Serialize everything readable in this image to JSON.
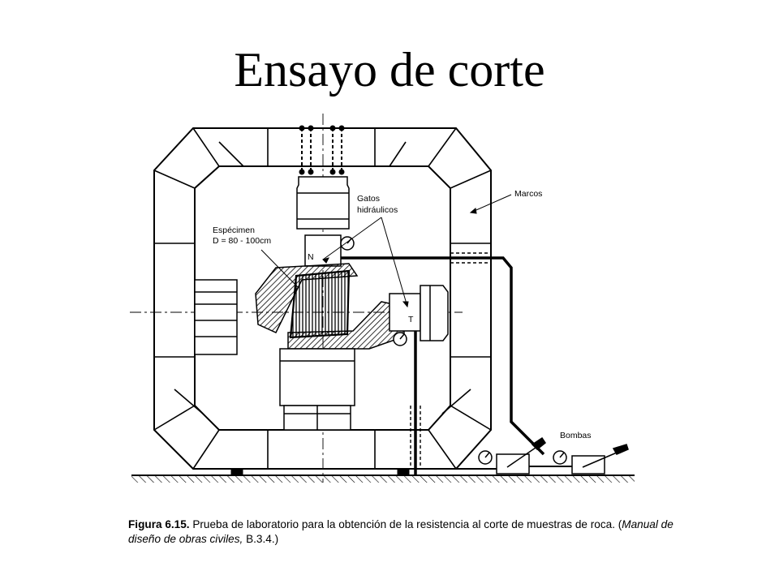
{
  "slide": {
    "title": "Ensayo de corte"
  },
  "diagram": {
    "labels": {
      "gatos_1": "Gatos",
      "gatos_2": "hidráulicos",
      "marcos": "Marcos",
      "especimen_1": "Espécimen",
      "especimen_2": "D = 80 - 100cm",
      "n": "N",
      "t": "T",
      "bombas": "Bombas"
    }
  },
  "caption": {
    "figure_label": "Figura 6.15.",
    "text": " Prueba de laboratorio para la obtención de la resistencia al corte de muestras de roca. (",
    "source_italic": "Manual de diseño de obras civiles,",
    "source_ref": " B.3.4.)"
  },
  "colors": {
    "ink": "#000000",
    "background": "#ffffff"
  }
}
